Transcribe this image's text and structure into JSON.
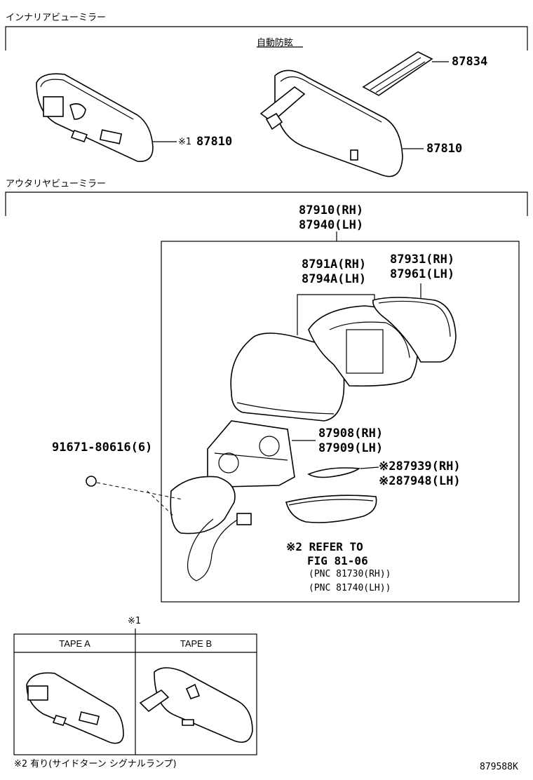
{
  "sections": {
    "inner_title": "インナリアビューミラー",
    "outer_title": "アウタリヤビューミラー",
    "auto_dimming": "自動防眩"
  },
  "parts": {
    "p87834": "87834",
    "p87810_note": "※1",
    "p87810_a": "87810",
    "p87810_b": "87810",
    "p87910": "87910(RH)",
    "p87940": "87940(LH)",
    "p8791A": "8791A(RH)",
    "p8794A": "8794A(LH)",
    "p87931": "87931(RH)",
    "p87961": "87961(LH)",
    "p87908": "87908(RH)",
    "p87909": "87909(LH)",
    "p91671": "91671-80616(6)",
    "p87939": "※287939(RH)",
    "p87948": "※287948(LH)"
  },
  "refer": {
    "line1": "※2 REFER TO",
    "line2": "FIG 81-06",
    "line3": "(PNC 81730(RH))",
    "line4": "(PNC 81740(LH))"
  },
  "tape_table": {
    "note": "※1",
    "col_a": "TAPE A",
    "col_b": "TAPE B"
  },
  "footer": {
    "note2": "※2 有り(サイドターン シグナルランプ)",
    "fig_code": "879588K"
  }
}
